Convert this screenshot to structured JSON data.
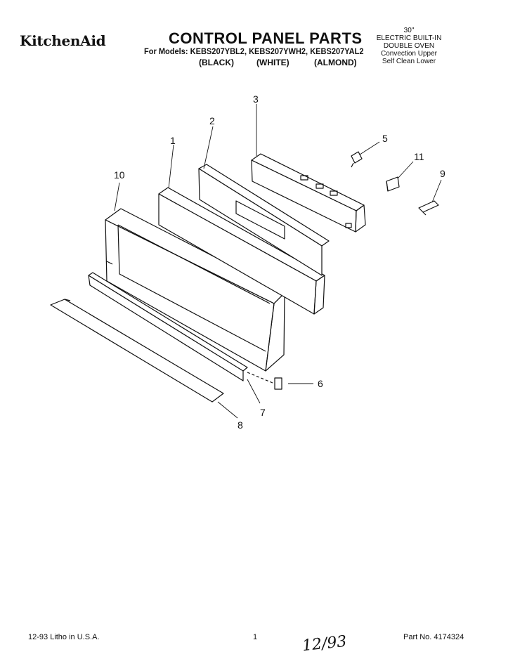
{
  "header": {
    "brand": "KitchenAid",
    "title": "CONTROL PANEL PARTS",
    "models": "For Models: KEBS207YBL2, KEBS207YWH2, KEBS207YAL2",
    "colors": [
      "(BLACK)",
      "(WHITE)",
      "(ALMOND)"
    ]
  },
  "spec": {
    "size": "30\"",
    "line1": "ELECTRIC BUILT-IN",
    "line2": "DOUBLE OVEN",
    "line3": "Convection Upper",
    "line4": "Self Clean Lower"
  },
  "callouts": {
    "c1": "1",
    "c2": "2",
    "c3": "3",
    "c5": "5",
    "c6": "6",
    "c7": "7",
    "c8": "8",
    "c9": "9",
    "c10": "10",
    "c11": "11"
  },
  "footer": {
    "left": "12-93 Litho in U.S.A.",
    "page": "1",
    "part": "Part No. 4174324",
    "handwritten": "12/93"
  }
}
